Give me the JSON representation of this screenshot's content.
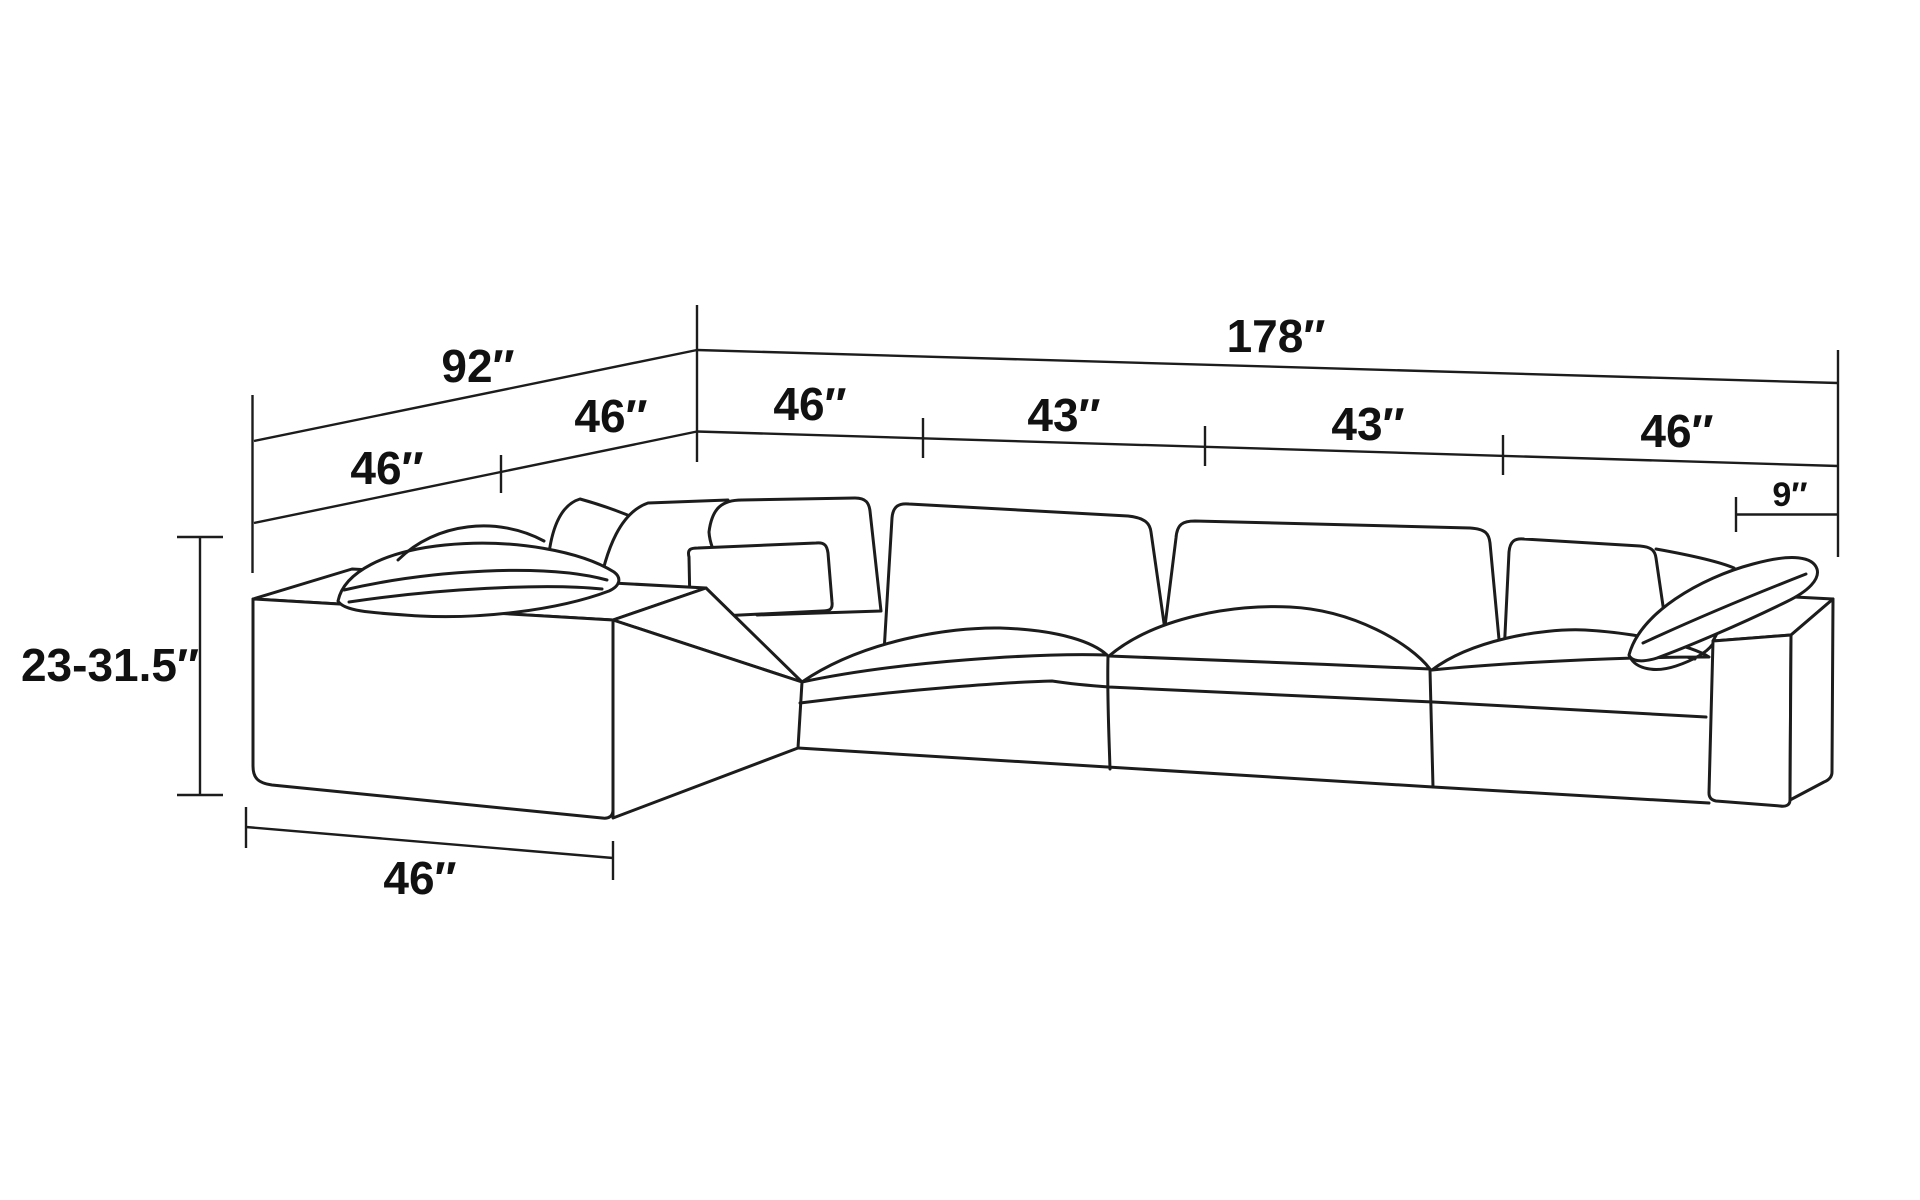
{
  "diagram": {
    "background": "#ffffff",
    "line_color": "#1c1c1c",
    "text_color": "#111111",
    "left_run": {
      "total": "92″",
      "segments": [
        "46″",
        "46″"
      ]
    },
    "right_run": {
      "total": "178″",
      "segments": [
        "46″",
        "43″",
        "43″",
        "46″"
      ]
    },
    "arm_width": "9″",
    "seat_height": "23-31.5″",
    "chaise_width": "46″"
  }
}
